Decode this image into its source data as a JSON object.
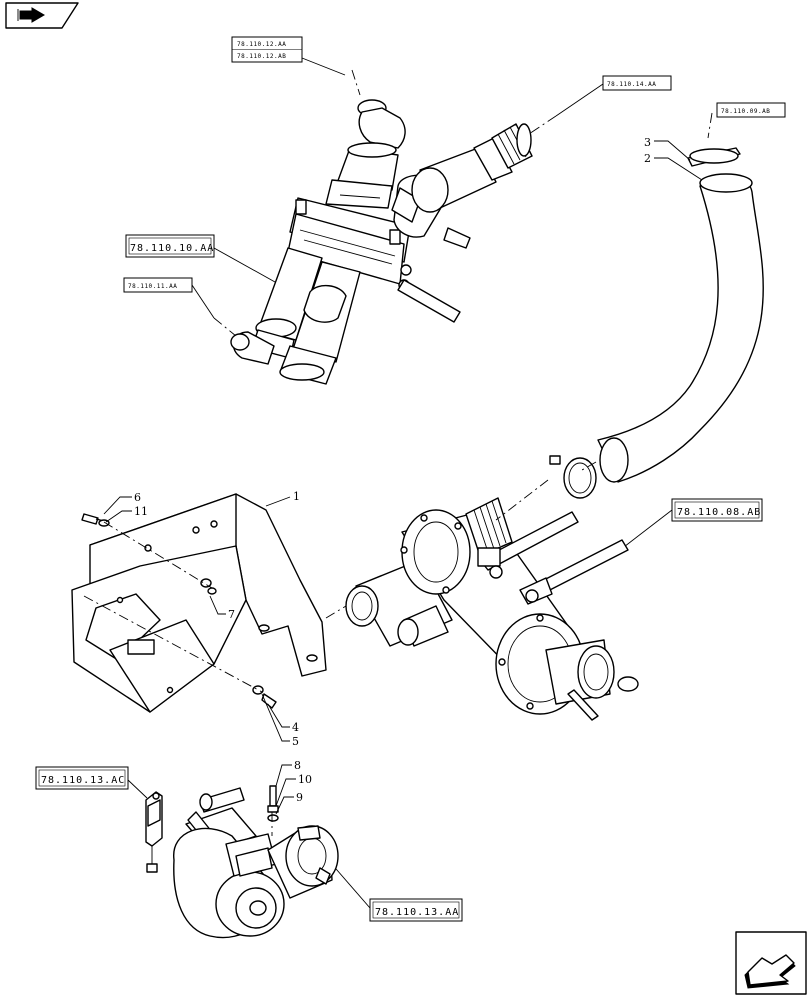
{
  "references": {
    "r_12": [
      "78.110.12.AA",
      "78.110.12.AB"
    ],
    "r_14": "78.110.14.AA",
    "r_09": "78.110.09.AB",
    "r_10": "78.110.10.AA",
    "r_11": "78.110.11.AA",
    "r_08": "78.110.08.AB",
    "r_13ac": "78.110.13.AC",
    "r_13aa": "78.110.13.AA"
  },
  "callouts": {
    "c1": "1",
    "c2": "2",
    "c3": "3",
    "c4": "4",
    "c5": "5",
    "c6": "6",
    "c7": "7",
    "c8": "8",
    "c9": "9",
    "c10": "10",
    "c11": "11"
  },
  "icons": {
    "top_left": "previous-page-arrow-icon",
    "bottom_right": "next-page-arrow-icon"
  }
}
